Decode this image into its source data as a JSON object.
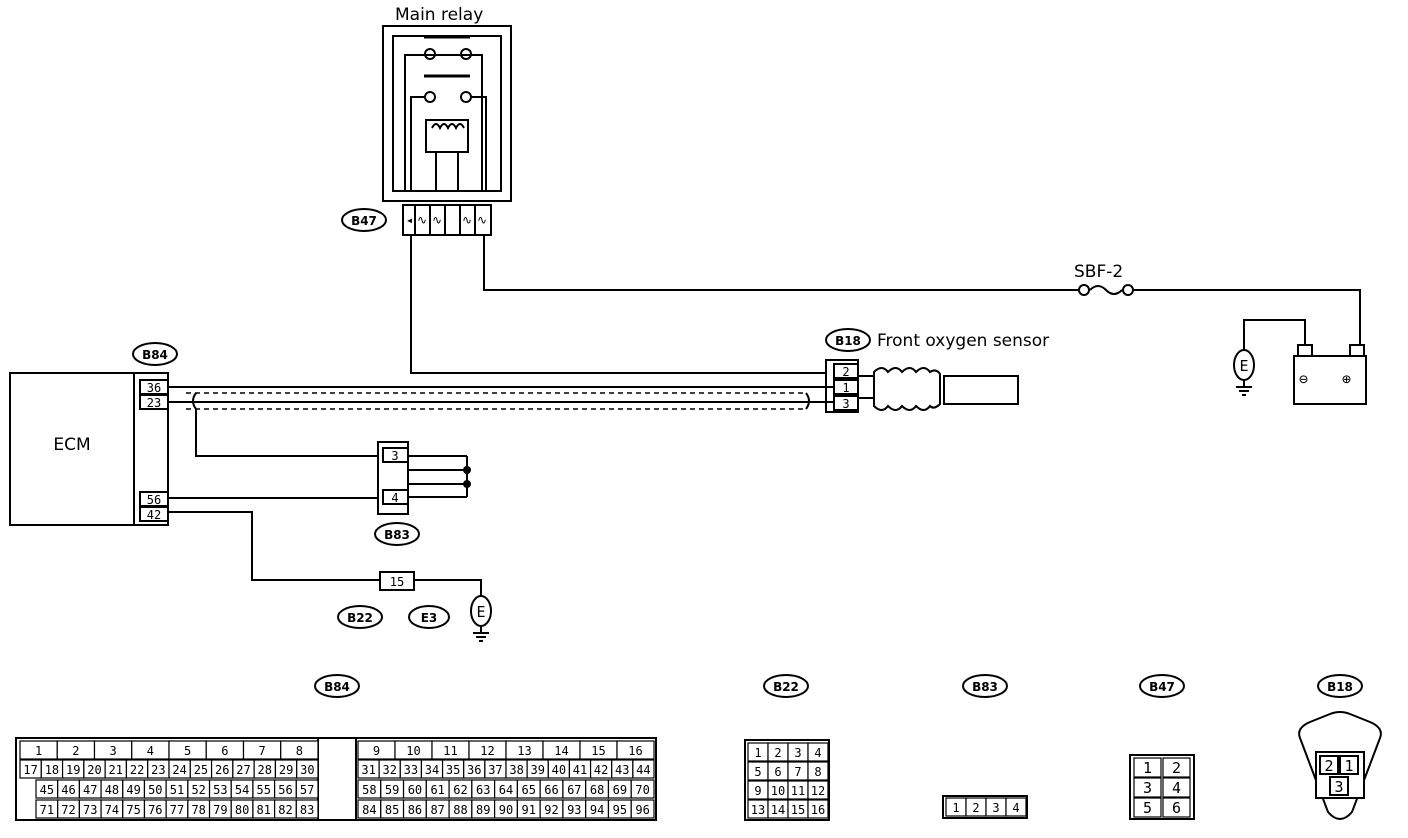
{
  "main_relay": {
    "label": "Main relay",
    "connector": "B47"
  },
  "fuse": {
    "label": "SBF-2"
  },
  "oxygen_sensor": {
    "label": "Front oxygen sensor",
    "connector": "B18",
    "pins": [
      "2",
      "1",
      "3"
    ]
  },
  "ecm": {
    "label": "ECM",
    "connector": "B84",
    "pins": [
      "36",
      "23",
      "56",
      "42"
    ]
  },
  "connector_b83": {
    "label": "B83",
    "pins": [
      "3",
      "4"
    ]
  },
  "connector_b22": {
    "label": "B22",
    "pin": "15"
  },
  "connector_e3": {
    "label": "E3"
  },
  "ground_symbol": {
    "label": "E"
  },
  "battery": {
    "minus": "⊖",
    "plus": "⊕"
  },
  "bottom_connectors": {
    "b84": {
      "label": "B84",
      "row1_left": [
        "1",
        "2",
        "3",
        "4",
        "5",
        "6",
        "7",
        "8"
      ],
      "row1_right": [
        "9",
        "10",
        "11",
        "12",
        "13",
        "14",
        "15",
        "16"
      ],
      "row2_left": [
        "17",
        "18",
        "19",
        "20",
        "21",
        "22",
        "23",
        "24",
        "25",
        "26",
        "27",
        "28",
        "29",
        "30"
      ],
      "row2_right": [
        "31",
        "32",
        "33",
        "34",
        "35",
        "36",
        "37",
        "38",
        "39",
        "40",
        "41",
        "42",
        "43",
        "44"
      ],
      "row3_left": [
        "45",
        "46",
        "47",
        "48",
        "49",
        "50",
        "51",
        "52",
        "53",
        "54",
        "55",
        "56",
        "57"
      ],
      "row3_right": [
        "58",
        "59",
        "60",
        "61",
        "62",
        "63",
        "64",
        "65",
        "66",
        "67",
        "68",
        "69",
        "70"
      ],
      "row4_left": [
        "71",
        "72",
        "73",
        "74",
        "75",
        "76",
        "77",
        "78",
        "79",
        "80",
        "81",
        "82",
        "83"
      ],
      "row4_right": [
        "84",
        "85",
        "86",
        "87",
        "88",
        "89",
        "90",
        "91",
        "92",
        "93",
        "94",
        "95",
        "96"
      ]
    },
    "b22": {
      "label": "B22",
      "rows": [
        [
          "1",
          "2",
          "3",
          "4"
        ],
        [
          "5",
          "6",
          "7",
          "8"
        ],
        [
          "9",
          "10",
          "11",
          "12"
        ],
        [
          "13",
          "14",
          "15",
          "16"
        ]
      ]
    },
    "b83": {
      "label": "B83",
      "pins": [
        "1",
        "2",
        "3",
        "4"
      ]
    },
    "b47": {
      "label": "B47",
      "rows": [
        [
          "1",
          "2"
        ],
        [
          "3",
          "4"
        ],
        [
          "5",
          "6"
        ]
      ]
    },
    "b18": {
      "label": "B18",
      "pins": [
        "2",
        "1",
        "3"
      ]
    }
  }
}
